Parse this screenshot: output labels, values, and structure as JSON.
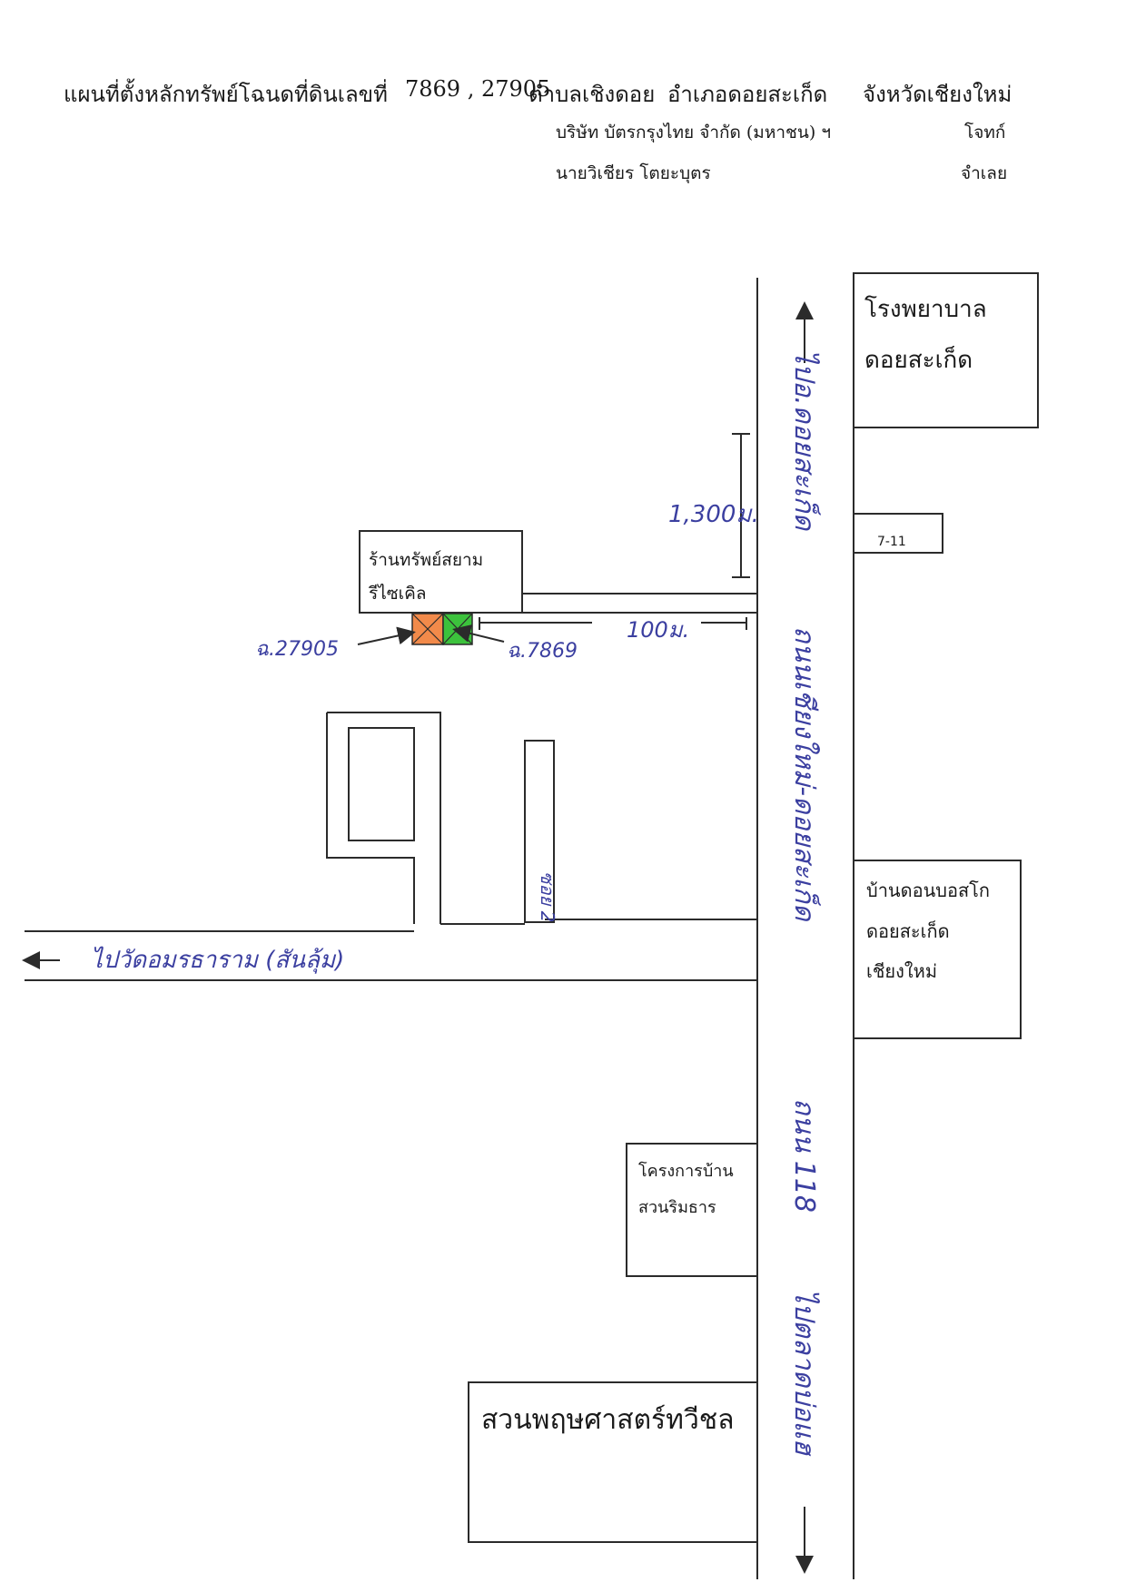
{
  "header": {
    "title_prefix": "แผนที่ตั้งหลักทรัพย์โฉนดที่ดินเลขที่",
    "deed_numbers": "7869 , 27905",
    "subdistrict": "ตำบลเชิงดอย",
    "district": "อำเภอดอยสะเก็ด",
    "province": "จังหวัดเชียงใหม่",
    "plaintiff_name": "บริษัท บัตรกรุงไทย จำกัด (มหาชน) ฯ",
    "plaintiff_role": "โจทก์",
    "defendant_name": "นายวิเชียร โตยะบุตร",
    "defendant_role": "จำเลย"
  },
  "landmarks": {
    "hospital_line1": "โรงพยาบาล",
    "hospital_line2": "ดอยสะเก็ด",
    "seven_eleven": "7-11",
    "shop_line1": "ร้านทรัพย์สยาม",
    "shop_line2": "รีไซเคิล",
    "dorm_line1": "บ้านดอนบอสโก",
    "dorm_line2": "ดอยสะเก็ด",
    "dorm_line3": "เชียงใหม่",
    "project_line1": "โครงการบ้าน",
    "project_line2": "สวนริมธาร",
    "garden": "สวนพฤษศาสตร์ทวีชล"
  },
  "annotations": {
    "distance_1300": "1,300ม.",
    "distance_100": "100ม.",
    "deed_27905": "ฉ.27905",
    "deed_7869": "ฉ.7869",
    "soi_2": "ซอย 2",
    "to_temple": "ไปวัดอมรธาราม (สันลุ้ม)",
    "to_district_office": "ไปอ.ดอยสะเก็ด",
    "main_road": "ถนนเชียงใหม่-ดอยสะเก็ด",
    "road_118": "ถนน 118",
    "to_talat": "ไปตลาดบ่อแฮ"
  },
  "colors": {
    "line": "#2b2b2b",
    "handwriting": "#3b3fa0",
    "plot_orange": "#f28a4a",
    "plot_green": "#3cc23c"
  }
}
